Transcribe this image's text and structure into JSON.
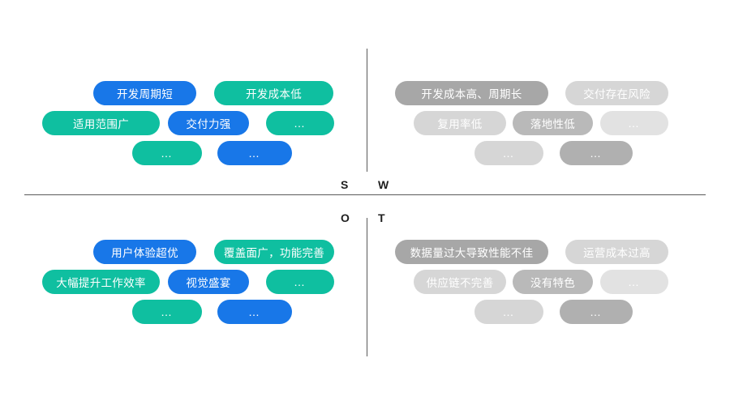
{
  "diagram": {
    "title": "SWOT",
    "axis_labels": {
      "s": "S",
      "w": "W",
      "o": "O",
      "t": "T"
    },
    "colors": {
      "blue": "#1877e8",
      "teal": "#0fbfa0",
      "gray_dark": "#a7a7a7",
      "gray_mid": "#b9b9b9",
      "gray_light": "#d6d6d6",
      "axis": "#5a5a5a",
      "background": "#ffffff"
    },
    "quadrants": {
      "strengths": {
        "key": "S",
        "items": [
          {
            "label": "开发周期短",
            "color": "blue"
          },
          {
            "label": "开发成本低",
            "color": "teal"
          },
          {
            "label": "适用范围广",
            "color": "teal"
          },
          {
            "label": "交付力强",
            "color": "blue"
          },
          {
            "label": "…",
            "color": "teal"
          },
          {
            "label": "…",
            "color": "teal"
          },
          {
            "label": "…",
            "color": "blue"
          }
        ]
      },
      "weaknesses": {
        "key": "W",
        "items": [
          {
            "label": "开发成本高、周期长",
            "color": "gray_dark"
          },
          {
            "label": "交付存在风险",
            "color": "gray_light"
          },
          {
            "label": "复用率低",
            "color": "gray_light"
          },
          {
            "label": "落地性低",
            "color": "gray_mid"
          },
          {
            "label": "…",
            "color": "gray_xlight"
          },
          {
            "label": "…",
            "color": "gray_light"
          },
          {
            "label": "…",
            "color": "gray_mid"
          }
        ]
      },
      "opportunities": {
        "key": "O",
        "items": [
          {
            "label": "用户体验超优",
            "color": "blue"
          },
          {
            "label": "覆盖面广，功能完善",
            "color": "teal"
          },
          {
            "label": "大幅提升工作效率",
            "color": "teal"
          },
          {
            "label": "视觉盛宴",
            "color": "blue"
          },
          {
            "label": "…",
            "color": "teal"
          },
          {
            "label": "…",
            "color": "teal"
          },
          {
            "label": "…",
            "color": "blue"
          }
        ]
      },
      "threats": {
        "key": "T",
        "items": [
          {
            "label": "数据量过大导致性能不佳",
            "color": "gray_dark"
          },
          {
            "label": "运营成本过高",
            "color": "gray_light"
          },
          {
            "label": "供应链不完善",
            "color": "gray_light"
          },
          {
            "label": "没有特色",
            "color": "gray_mid"
          },
          {
            "label": "…",
            "color": "gray_xlight"
          },
          {
            "label": "…",
            "color": "gray_light"
          },
          {
            "label": "…",
            "color": "gray_mid"
          }
        ]
      }
    }
  }
}
